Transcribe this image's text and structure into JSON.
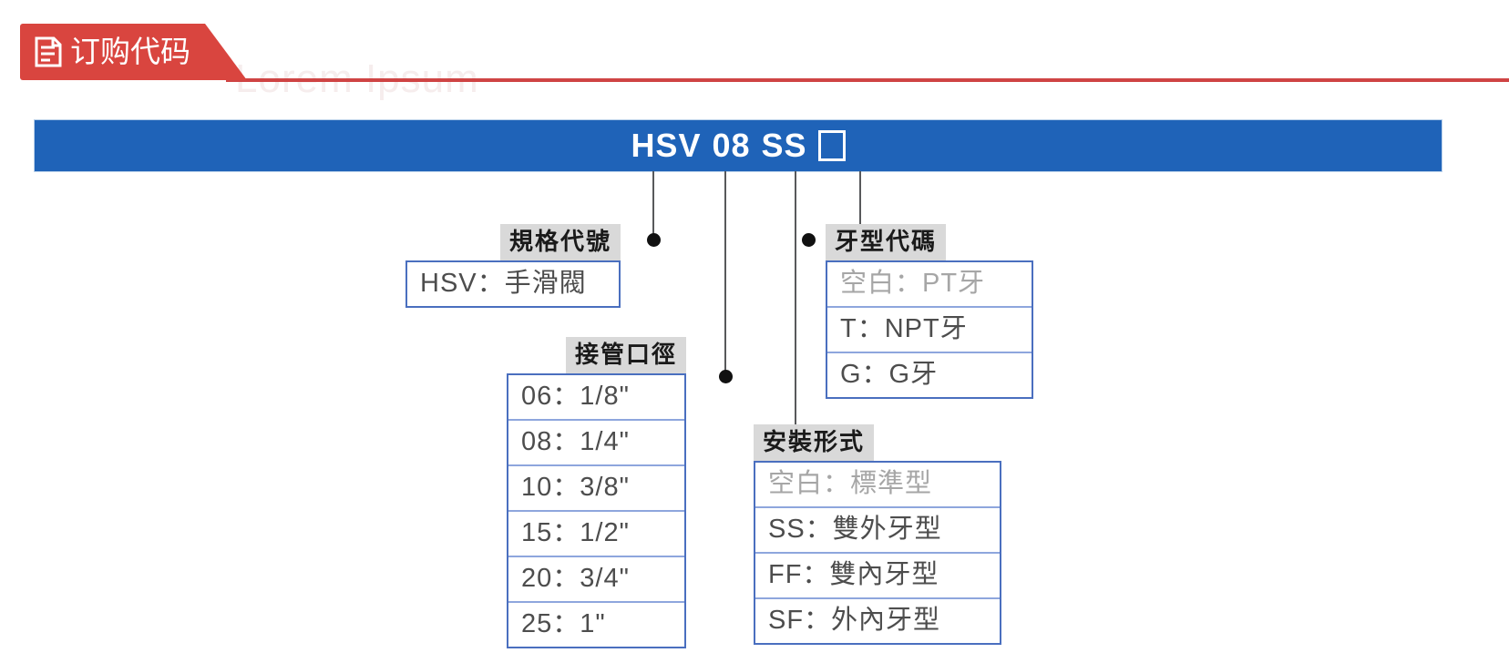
{
  "header": {
    "tab_label": "订购代码",
    "icon": "document-icon",
    "watermark": "Lorem Ipsum",
    "accent_color": "#d9453f"
  },
  "code_banner": {
    "background_color": "#1f63b8",
    "segments": [
      "HSV",
      "08",
      "SS"
    ],
    "blank_box": "□",
    "full_code": "HSV 08 SS □"
  },
  "callouts": [
    {
      "key": "model-code",
      "title": "規格代號",
      "rows": [
        {
          "text": "HSV：手滑閥",
          "muted": false
        }
      ]
    },
    {
      "key": "port-size",
      "title": "接管口徑",
      "rows": [
        {
          "text": "06：1/8\"",
          "muted": false
        },
        {
          "text": "08：1/4\"",
          "muted": false
        },
        {
          "text": "10：3/8\"",
          "muted": false
        },
        {
          "text": "15：1/2\"",
          "muted": false
        },
        {
          "text": "20：3/4\"",
          "muted": false
        },
        {
          "text": "25：1\"",
          "muted": false
        }
      ]
    },
    {
      "key": "thread-code",
      "title": "牙型代碼",
      "rows": [
        {
          "text": "空白：PT牙",
          "muted": true
        },
        {
          "text": "T：NPT牙",
          "muted": false
        },
        {
          "text": "G：G牙",
          "muted": false
        }
      ]
    },
    {
      "key": "mounting-type",
      "title": "安裝形式",
      "rows": [
        {
          "text": "空白：標準型",
          "muted": true
        },
        {
          "text": "SS：雙外牙型",
          "muted": false
        },
        {
          "text": "FF：雙內牙型",
          "muted": false
        },
        {
          "text": "SF：外內牙型",
          "muted": false
        }
      ]
    }
  ]
}
